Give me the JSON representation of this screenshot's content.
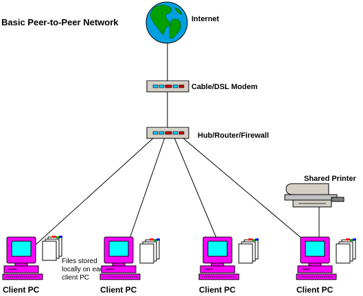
{
  "diagram": {
    "title": "Basic Peer-to-Peer Network",
    "internet_label": "Internet",
    "modem_label": "Cable/DSL Modem",
    "router_label": "Hub/Router/Firewall",
    "printer_label": "Shared Printer",
    "client_label": "Client PC",
    "files_note": [
      "Files stored",
      "locally on each",
      "client PC"
    ],
    "clients": [
      {
        "label": "Client PC",
        "icon": "computer-icon"
      },
      {
        "label": "Client PC",
        "icon": "computer-icon"
      },
      {
        "label": "Client PC",
        "icon": "computer-icon"
      },
      {
        "label": "Client PC",
        "icon": "computer-icon"
      }
    ],
    "colors": {
      "monitor": "#ff00ff",
      "screen": "#00ffff",
      "globe_ocean": "#00a0e0",
      "globe_land": "#00a000",
      "device_body": "#d4d0c8",
      "port_red": "#cc0000",
      "port_cyan": "#00c8ff"
    }
  }
}
